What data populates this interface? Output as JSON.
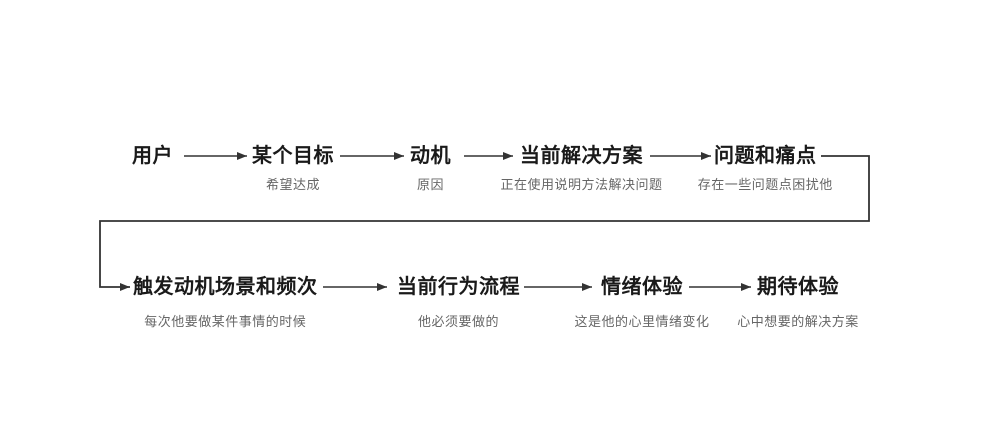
{
  "diagram": {
    "title_hint": "user-journey-flow",
    "colors": {
      "background": "#ffffff",
      "label_text": "#1a1a1a",
      "note_text": "#666666",
      "line": "#333333"
    },
    "row1": [
      {
        "label": "用户",
        "note": ""
      },
      {
        "label": "某个目标",
        "note": "希望达成"
      },
      {
        "label": "动机",
        "note": "原因"
      },
      {
        "label": "当前解决方案",
        "note": "正在使用说明方法解决问题"
      },
      {
        "label": "问题和痛点",
        "note": "存在一些问题点困扰他"
      }
    ],
    "row2": [
      {
        "label": "触发动机场景和频次",
        "note": "每次他要做某件事情的时候"
      },
      {
        "label": "当前行为流程",
        "note": "他必须要做的"
      },
      {
        "label": "情绪体验",
        "note": "这是他的心里情绪变化"
      },
      {
        "label": "期待体验",
        "note": "心中想要的解决方案"
      }
    ]
  }
}
